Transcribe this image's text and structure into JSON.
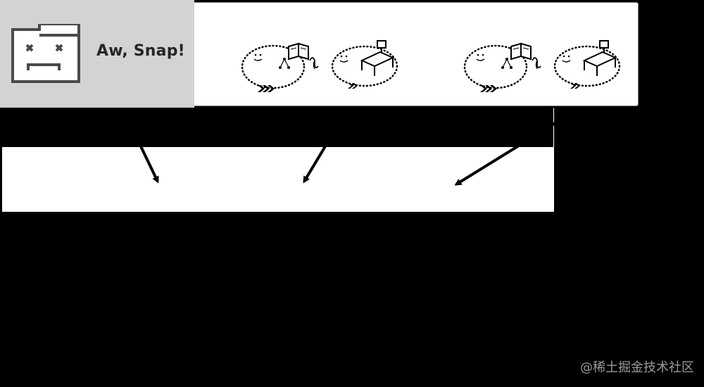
{
  "snap_card": {
    "title": "Aw, Snap!",
    "icon": "sad-tab-icon",
    "background": "#d3d3d3",
    "text_color": "#262626"
  },
  "process_groups": [
    {
      "name": "process-group-1",
      "processes": [
        {
          "name": "thinking-process",
          "icons": [
            "face-icon",
            "book-icon",
            "tree-icon",
            "function-icon"
          ]
        },
        {
          "name": "working-process",
          "icons": [
            "face-icon",
            "desk-icon"
          ]
        }
      ]
    },
    {
      "name": "process-group-2",
      "processes": [
        {
          "name": "thinking-process",
          "icons": [
            "face-icon",
            "book-icon",
            "tree-icon",
            "function-icon"
          ]
        },
        {
          "name": "working-process",
          "icons": [
            "face-icon",
            "desk-icon"
          ]
        }
      ]
    }
  ],
  "colors": {
    "background": "#000000",
    "panel": "#ffffff",
    "watermark": "#9a9a9a"
  },
  "watermark": "@稀土掘金技术社区"
}
